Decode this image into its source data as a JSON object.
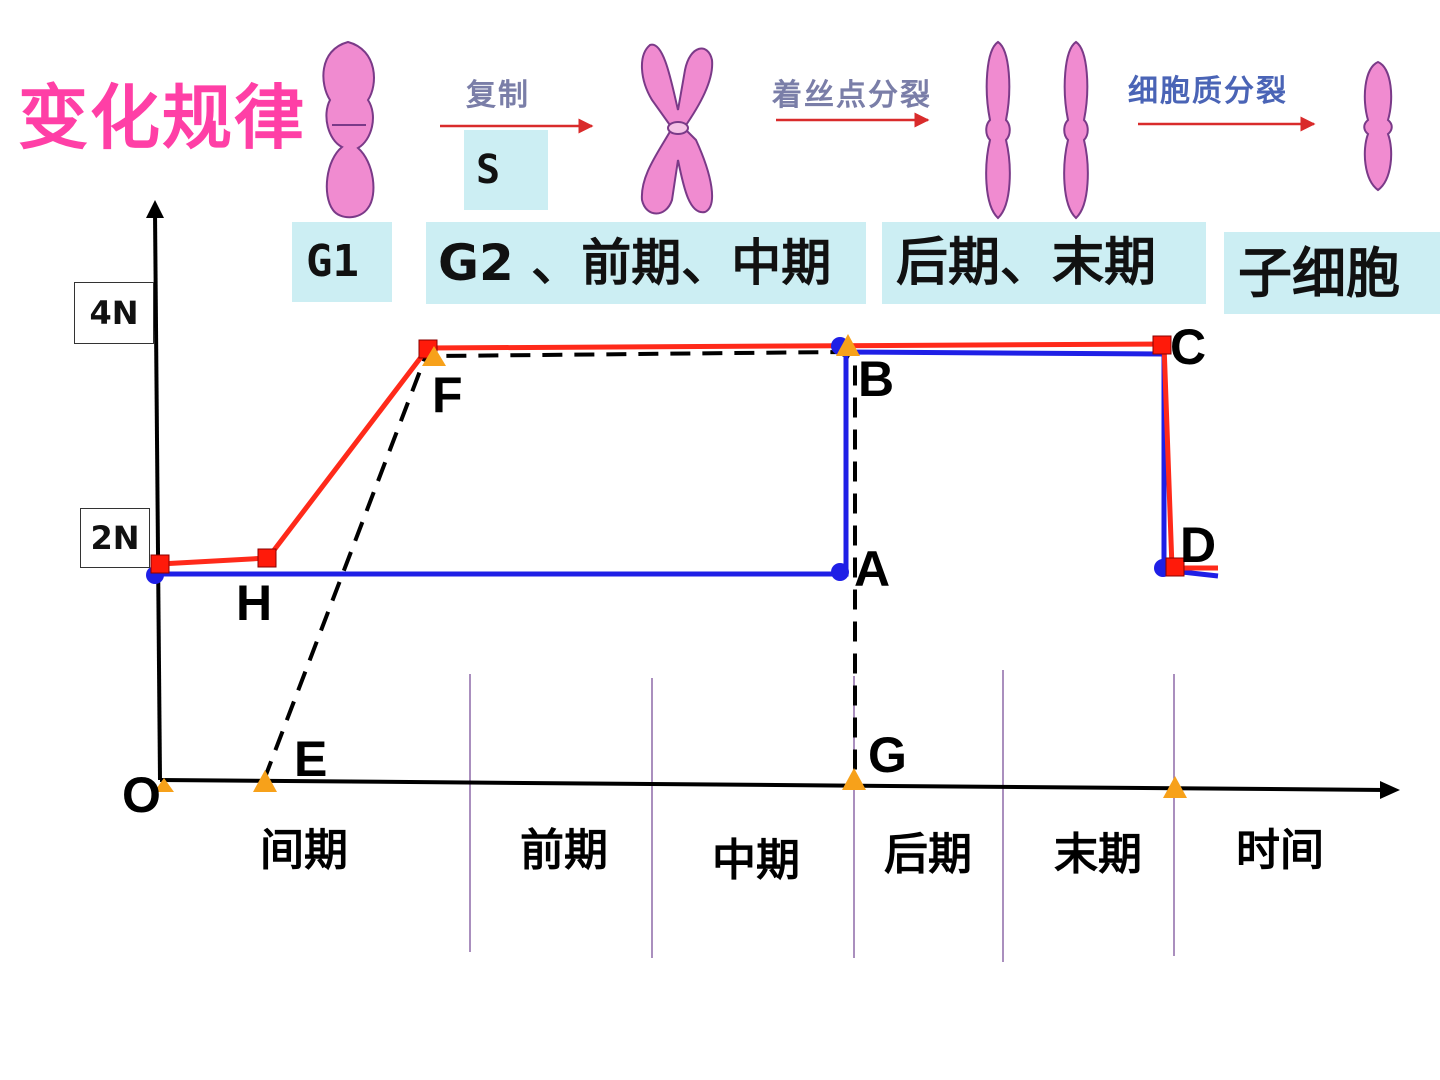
{
  "title": "变化规律",
  "process": {
    "step1": "复制",
    "step2": "着丝点分裂",
    "step3": "细胞质分裂"
  },
  "stages": {
    "s": "S",
    "g1": "G1",
    "g2_pro_meta": "G2 、前期、中期",
    "ana_telo": "后期、末期",
    "daughter": "子细胞"
  },
  "y_levels": {
    "n4": "4N",
    "n2": "2N"
  },
  "points": {
    "origin": "O",
    "e": "E",
    "f": "F",
    "h": "H",
    "a": "A",
    "b": "B",
    "c": "C",
    "d": "D",
    "g": "G"
  },
  "x_phases": {
    "interphase": "间期",
    "prophase": "前期",
    "metaphase": "中期",
    "anaphase": "后期",
    "telophase": "末期",
    "axis": "时间"
  },
  "colors": {
    "title": "#ff3fa6",
    "red_line": "#ff2a1a",
    "blue_line": "#1f1fe6",
    "stage_box": "#cceef3",
    "chromosome": "#f08bd0",
    "marker_orange": "#f7a11a"
  }
}
